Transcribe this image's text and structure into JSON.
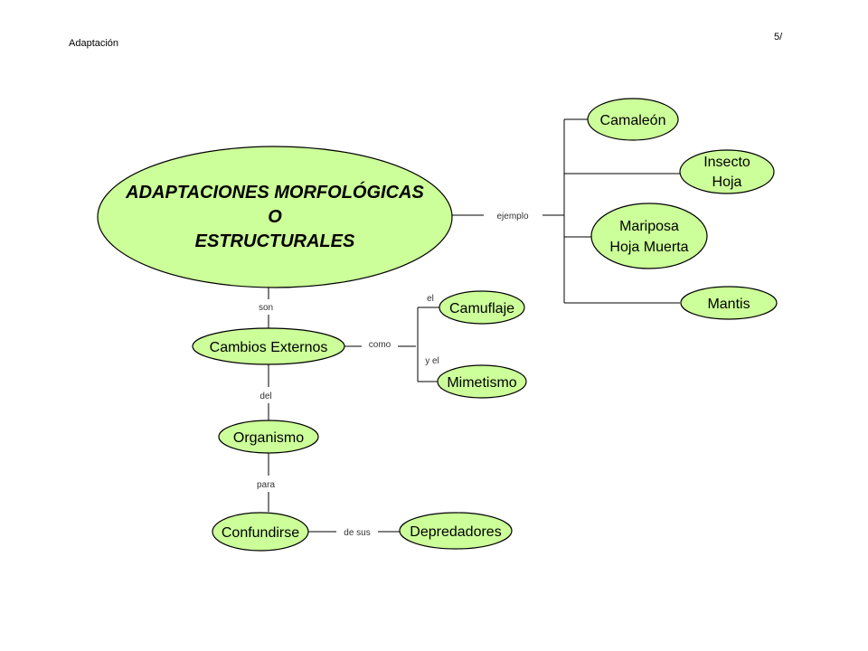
{
  "header": {
    "title": "Adaptación",
    "page": "5/"
  },
  "main_concept": {
    "line1": "ADAPTACIONES MORFOLÓGICAS",
    "line2": "O",
    "line3": "ESTRUCTURALES"
  },
  "nodes": {
    "camaleon": "Camaleón",
    "insecto_hoja": {
      "line1": "Insecto",
      "line2": "Hoja"
    },
    "mariposa": {
      "line1": "Mariposa",
      "line2": "Hoja Muerta"
    },
    "mantis": "Mantis",
    "cambios": "Cambios Externos",
    "camuflaje": "Camuflaje",
    "mimetismo": "Mimetismo",
    "organismo": "Organismo",
    "confundirse": "Confundirse",
    "depredadores": "Depredadores"
  },
  "links": {
    "ejemplo": "ejemplo",
    "son": "son",
    "como": "como",
    "el": "el",
    "y_el": "y el",
    "del": "del",
    "para": "para",
    "de_sus": "de sus"
  },
  "colors": {
    "node_fill": "#ccff99",
    "stroke": "#000000",
    "background": "#ffffff"
  }
}
